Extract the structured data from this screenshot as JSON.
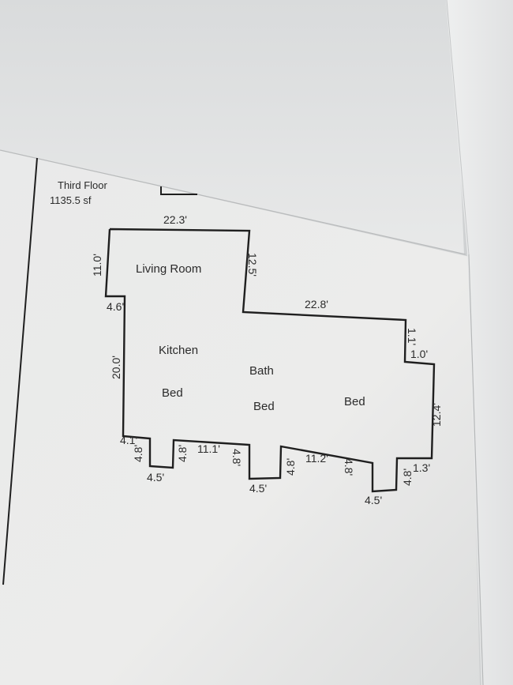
{
  "header": {
    "floor_name": "Third Floor",
    "area": "1135.5 sf"
  },
  "rooms": {
    "living_room": "Living Room",
    "kitchen": "Kitchen",
    "bath": "Bath",
    "bed_left": "Bed",
    "bed_center": "Bed",
    "bed_right": "Bed"
  },
  "dimensions": {
    "top_width": "22.3'",
    "left_upper_height": "11.0'",
    "living_right_height": "12.5'",
    "left_step": "4.6'",
    "mid_width": "22.8'",
    "left_lower_height": "20.0'",
    "right_top_notch_v": "1.1'",
    "right_top_notch_h": "1.0'",
    "right_height": "12.4'",
    "bottom_left_step": "4.1'",
    "bottom_left_notch_v": "4.8'",
    "bottom_left_width": "4.5'",
    "notch1_right_v": "4.8'",
    "bottom_seg1": "11.1'",
    "notch2_left_v": "4.8'",
    "bottom_center_width": "4.5'",
    "notch2_right_v": "4.8'",
    "bottom_seg2": "11.2'",
    "notch3_left_v": "4.8'",
    "bottom_right_width": "4.5'",
    "notch3_right_v": "4.8'",
    "right_bottom_step": "1.3'"
  },
  "colors": {
    "paper": "#ebebea",
    "paper_fold": "#e6e7e7",
    "ink": "#1f1f1f",
    "background": "#cfd1d2"
  }
}
